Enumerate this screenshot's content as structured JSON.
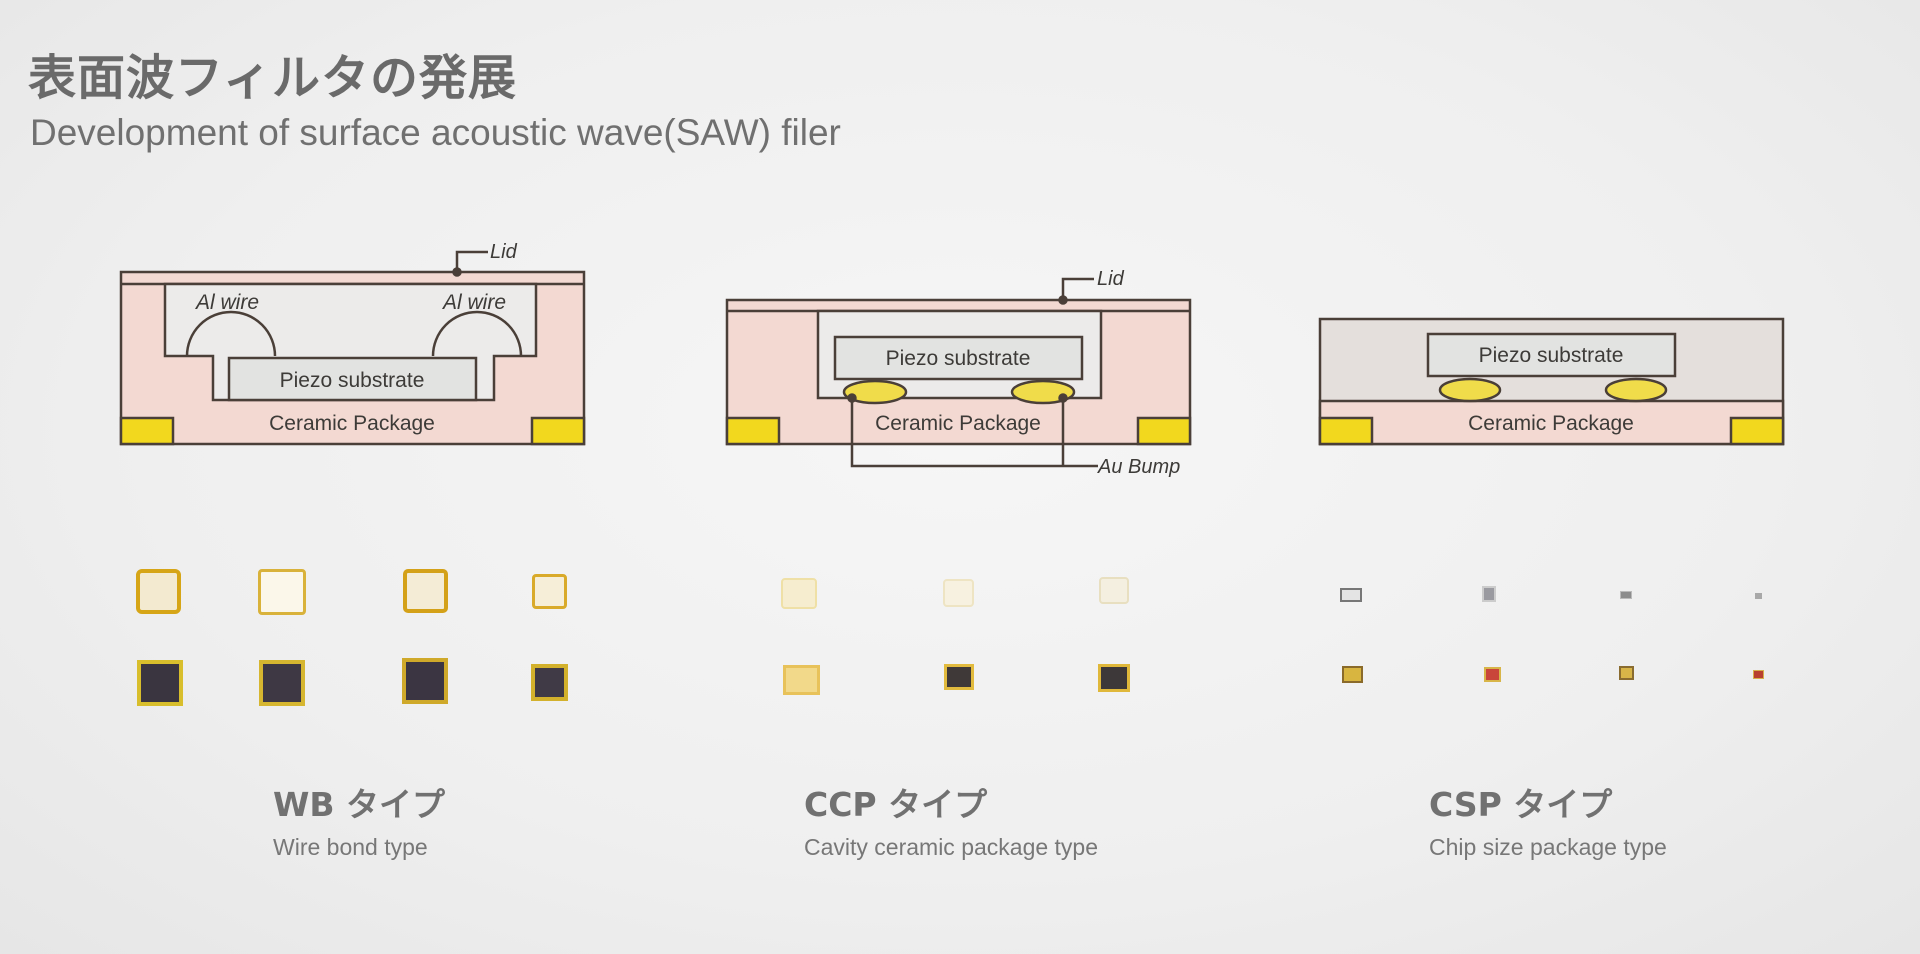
{
  "title": {
    "jp": "表面波フィルタの発展",
    "en": "Development of surface acoustic wave(SAW) filer"
  },
  "diagrams": {
    "wb": {
      "lid": "Lid",
      "wire_left": "Al wire",
      "wire_right": "Al wire",
      "substrate": "Piezo substrate",
      "package": "Ceramic Package"
    },
    "ccp": {
      "lid": "Lid",
      "substrate": "Piezo substrate",
      "package": "Ceramic Package",
      "bump": "Au Bump"
    },
    "csp": {
      "substrate": "Piezo substrate",
      "package": "Ceramic Package"
    }
  },
  "types": [
    {
      "jp": "WB タイプ",
      "en": "Wire bond type"
    },
    {
      "jp": "CCP タイプ",
      "en": "Cavity ceramic package type"
    },
    {
      "jp": "CSP タイプ",
      "en": "Chip size package type"
    }
  ],
  "colors": {
    "line": "#4a3f38",
    "package_fill": "#f3d9d2",
    "substrate_fill": "#e2e3e1",
    "pad_fill": "#f2d81e",
    "bump_fill": "#f0dc4a"
  }
}
